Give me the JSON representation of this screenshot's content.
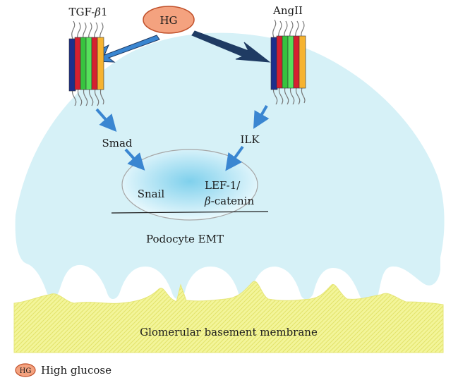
{
  "labels": {
    "hg_node": "HG",
    "receptor_left": "TGF-",
    "receptor_left_greek": "β",
    "receptor_left_suffix": "1",
    "receptor_right": "AngII",
    "smad": "Smad",
    "ilk": "ILK",
    "snail": "Snail",
    "lef_line1": "LEF-1/",
    "lef_line2_greek": "β",
    "lef_line2_suffix": "-catenin",
    "podocyte": "Podocyte EMT",
    "gbm": "Glomerular basement membrane",
    "legend_symbol": "HG",
    "legend_text": "High glucose"
  },
  "colors": {
    "cell_body": "#d6f1f7",
    "nucleus_center": "#8fd8ef",
    "nucleus_edge": "#e9f8fc",
    "nucleus_stroke": "#a6a6a6",
    "hg_fill": "#f4a27f",
    "hg_stroke": "#c0502a",
    "arrow_dark": "#1f3b63",
    "arrow_light": "#3a86d1",
    "gbm_fill": "#f3f59a",
    "receptor_colors": [
      "#1c2f8c",
      "#d6202f",
      "#37c43f",
      "#55e05b",
      "#d6202f",
      "#f6b330"
    ]
  }
}
